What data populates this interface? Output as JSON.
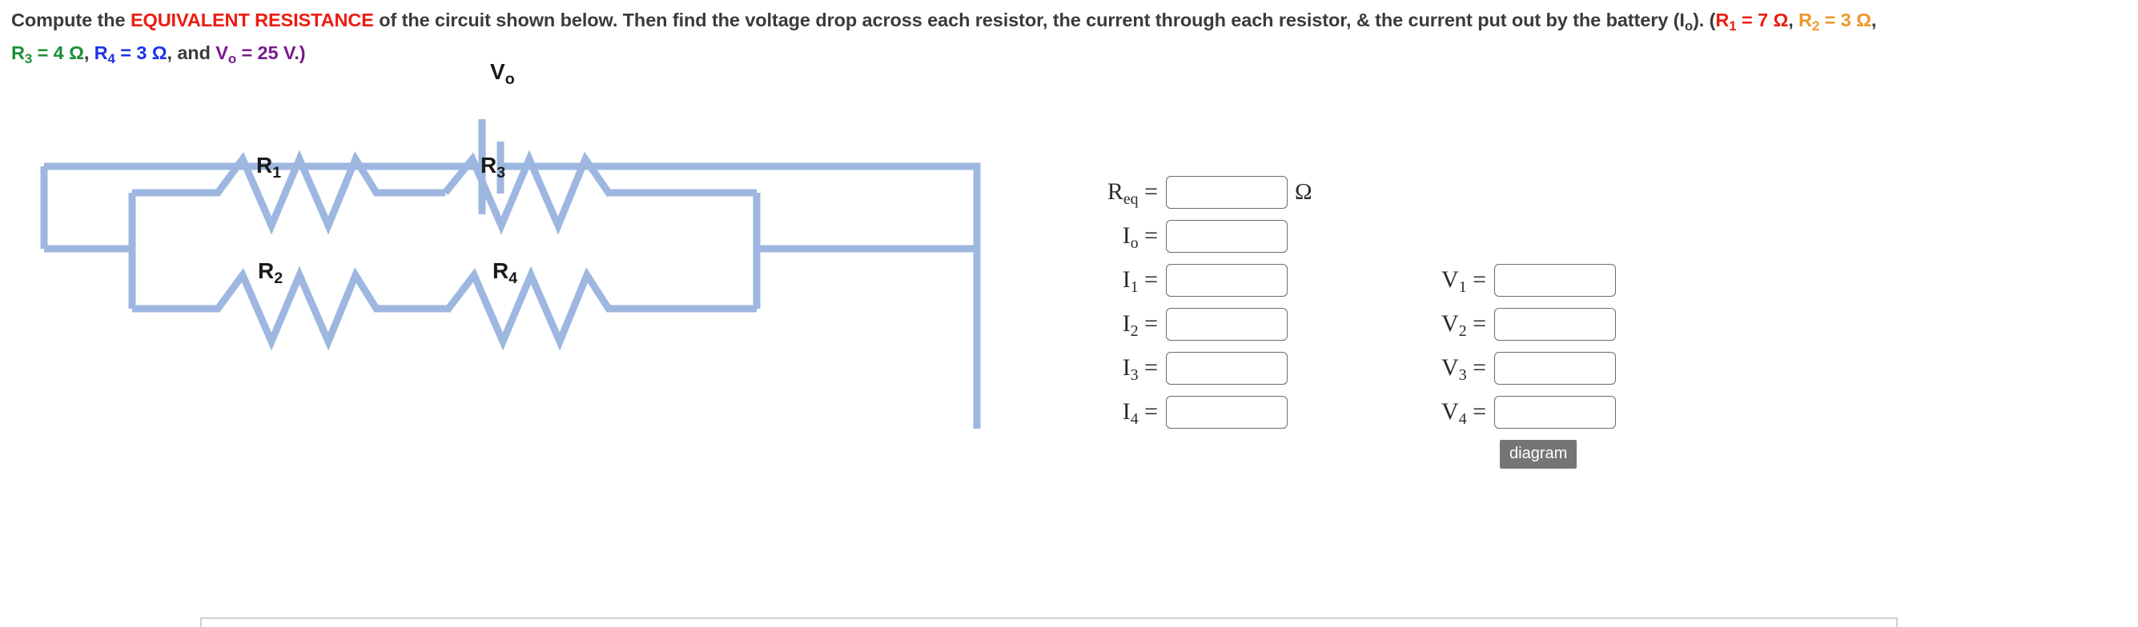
{
  "prompt": {
    "line1_a": "Compute the ",
    "line1_highlight": "EQUIVALENT RESISTANCE",
    "line1_b": " of the circuit shown below. Then find the voltage drop across each resistor, the current through each resistor, & the current put out by the battery (I",
    "line1_sub": "o",
    "line1_c": "). (",
    "r1_label": "R",
    "r1_sub": "1",
    "r1_value": " = 7 Ω",
    "comma1": ", ",
    "r2_label": "R",
    "r2_sub": "2",
    "r2_value": " = 3 Ω",
    "comma2": ",",
    "r3_label": "R",
    "r3_sub": "3",
    "r3_value": " = 4 Ω",
    "comma3": ", ",
    "r4_label": "R",
    "r4_sub": "4",
    "r4_value": " = 3 Ω",
    "and": ", and ",
    "v0_label": "V",
    "v0_sub": "o",
    "v0_value": " = 25 V.)"
  },
  "circuit": {
    "source_label": "V",
    "source_sub": "o",
    "r1_label": "R",
    "r1_sub": "1",
    "r2_label": "R",
    "r2_sub": "2",
    "r3_label": "R",
    "r3_sub": "3",
    "r4_label": "R",
    "r4_sub": "4",
    "wire_color": "#9DB7E0"
  },
  "answers": {
    "req": {
      "label": "R",
      "sub": "eq",
      "eq": " =",
      "value": "",
      "unit": "Ω"
    },
    "currents": [
      {
        "label": "I",
        "sub": "o",
        "eq": " =",
        "value": ""
      },
      {
        "label": "I",
        "sub": "1",
        "eq": " =",
        "value": ""
      },
      {
        "label": "I",
        "sub": "2",
        "eq": " =",
        "value": ""
      },
      {
        "label": "I",
        "sub": "3",
        "eq": " =",
        "value": ""
      },
      {
        "label": "I",
        "sub": "4",
        "eq": " =",
        "value": ""
      }
    ],
    "voltages": [
      {
        "label": "V",
        "sub": "1",
        "eq": " =",
        "value": ""
      },
      {
        "label": "V",
        "sub": "2",
        "eq": " =",
        "value": ""
      },
      {
        "label": "V",
        "sub": "3",
        "eq": " =",
        "value": ""
      },
      {
        "label": "V",
        "sub": "4",
        "eq": " =",
        "value": ""
      }
    ]
  },
  "tooltip": {
    "text": "diagram"
  },
  "colors": {
    "r1": "#ee1b11",
    "r2": "#f0962a",
    "r3": "#1a8f35",
    "r4": "#1a33e8",
    "v0": "#7a1a8c",
    "highlight": "#ee1b11",
    "text": "#3b3b3b",
    "wire": "#9DB7E0",
    "field_border": "#6b6b6b",
    "tooltip_bg": "#757575"
  }
}
